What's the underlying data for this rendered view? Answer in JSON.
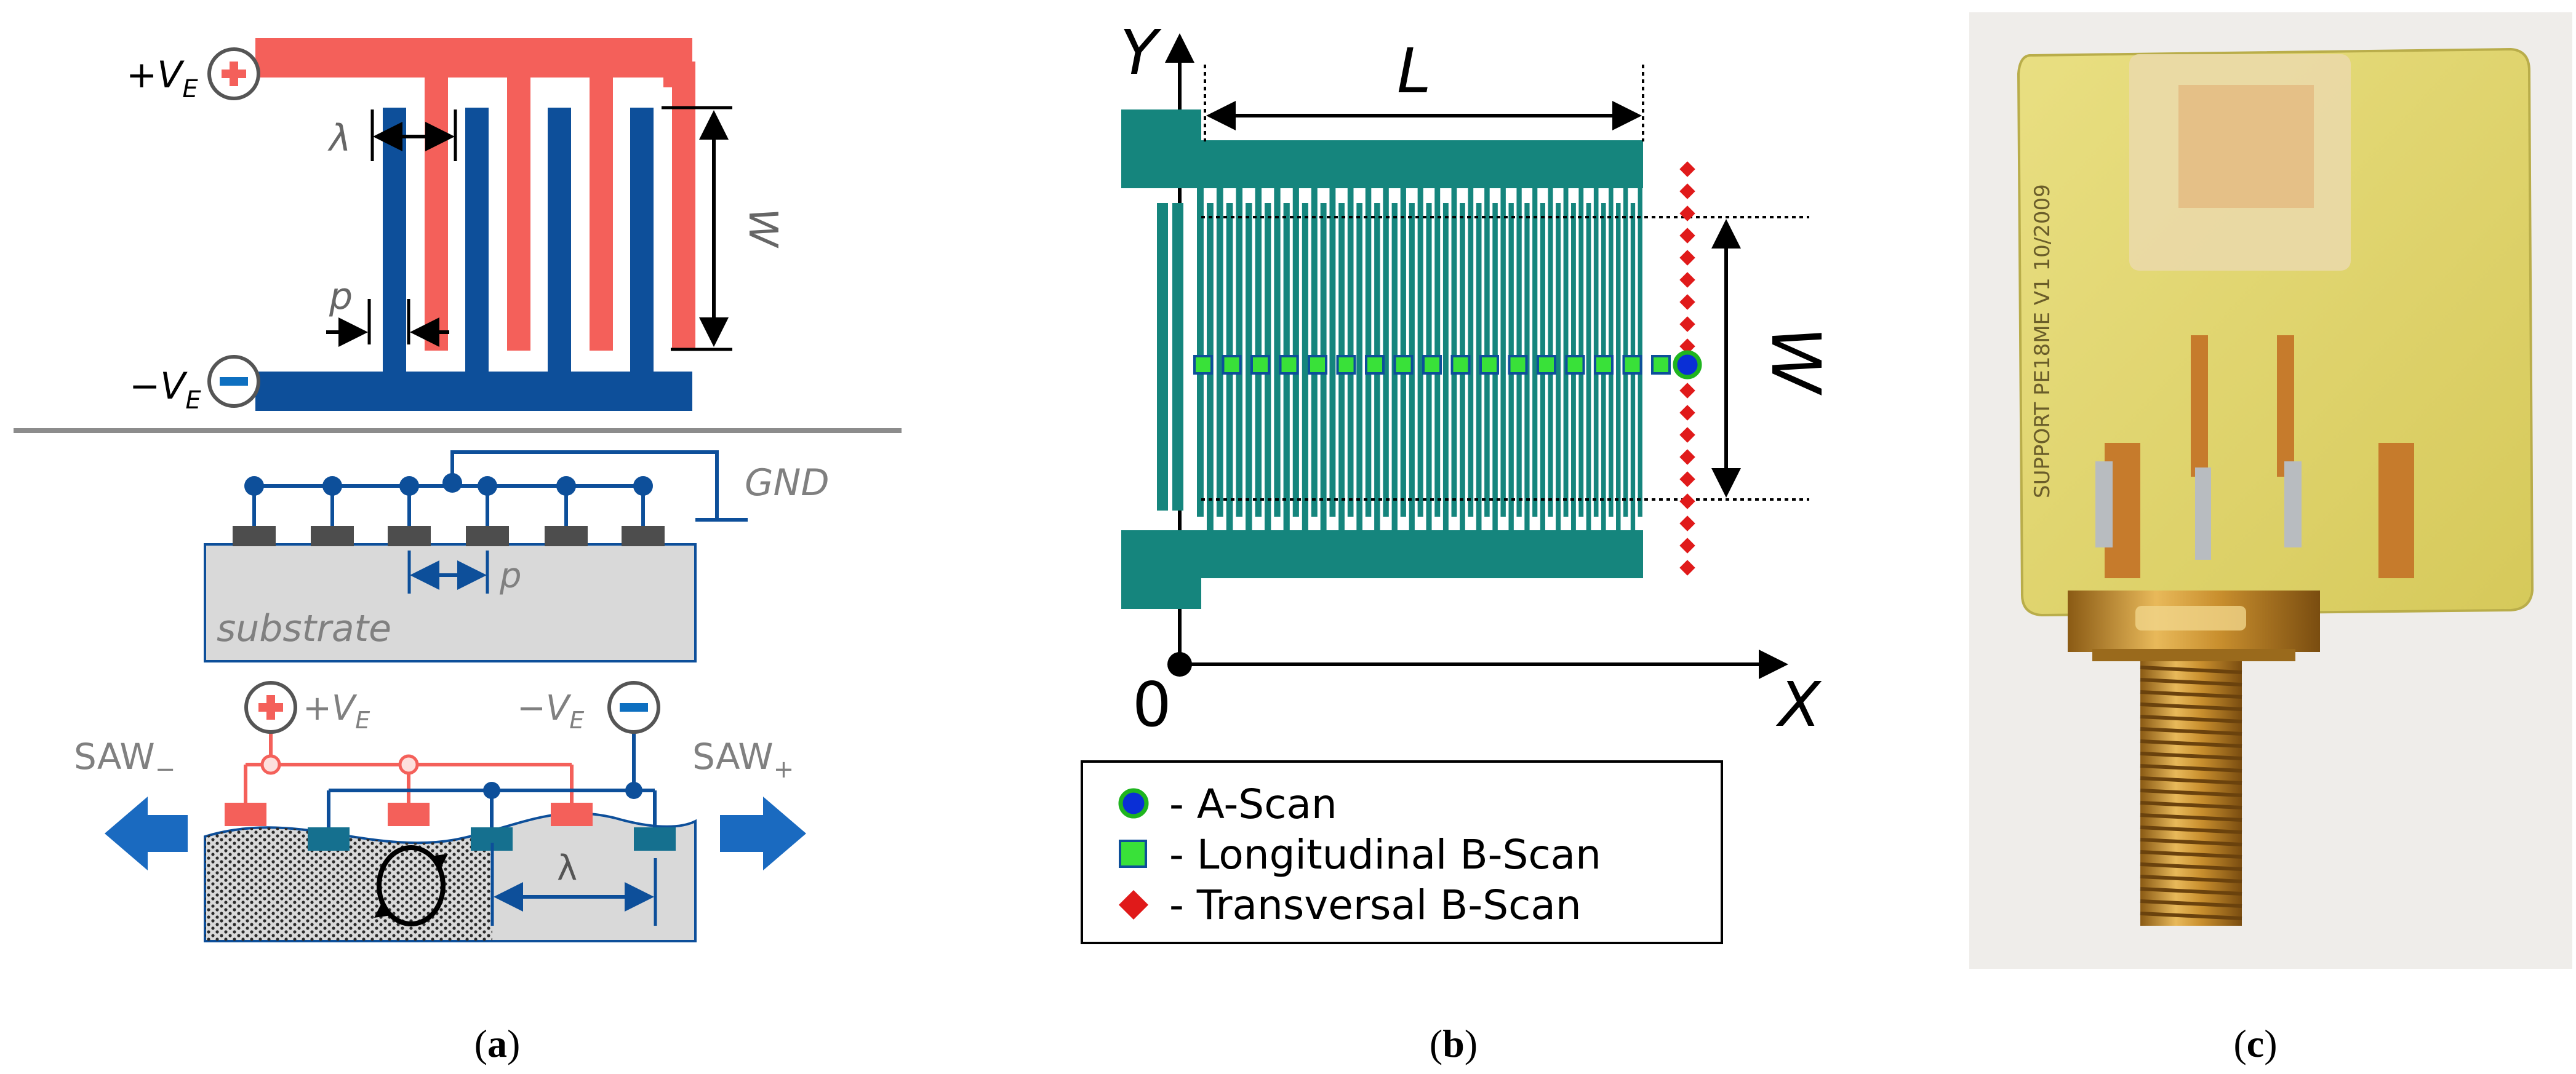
{
  "panel_a": {
    "top": {
      "plus_ve": "+V",
      "plus_ve_sub": "E",
      "minus_ve": "−V",
      "minus_ve_sub": "E",
      "lambda": "λ",
      "p": "p",
      "w": "W"
    },
    "middle": {
      "gnd": "GND",
      "p": "p",
      "substrate": "substrate"
    },
    "bottom": {
      "plus_ve": "+V",
      "plus_ve_sub": "E",
      "minus_ve": "−V",
      "minus_ve_sub": "E",
      "saw_minus": "SAW",
      "saw_minus_sub": "−",
      "saw_plus": "SAW",
      "saw_plus_sub": "+",
      "lambda": "λ"
    },
    "caption_open": "(",
    "caption_letter": "a",
    "caption_close": ")"
  },
  "panel_b": {
    "axis_y": "Y",
    "axis_x": "X",
    "origin": "0",
    "l": "L",
    "w": "W",
    "legend": [
      {
        "symbol": "circle",
        "text": "- A-Scan"
      },
      {
        "symbol": "square",
        "text": "- Longitudinal B-Scan"
      },
      {
        "symbol": "diamond",
        "text": "- Transversal B-Scan"
      }
    ],
    "caption_open": "(",
    "caption_letter": "b",
    "caption_close": ")"
  },
  "panel_c": {
    "pcb_text": "SUPPORT PE18ME V1 10/2009",
    "caption_open": "(",
    "caption_letter": "c",
    "caption_close": ")"
  },
  "colors": {
    "red": "#f4605a",
    "blue": "#0d4f9a",
    "teal": "#15857d",
    "gray": "#7f7f7f",
    "substrate": "#d9d9d9",
    "pcb": "#e3d66a",
    "gold": "#c9972e"
  }
}
